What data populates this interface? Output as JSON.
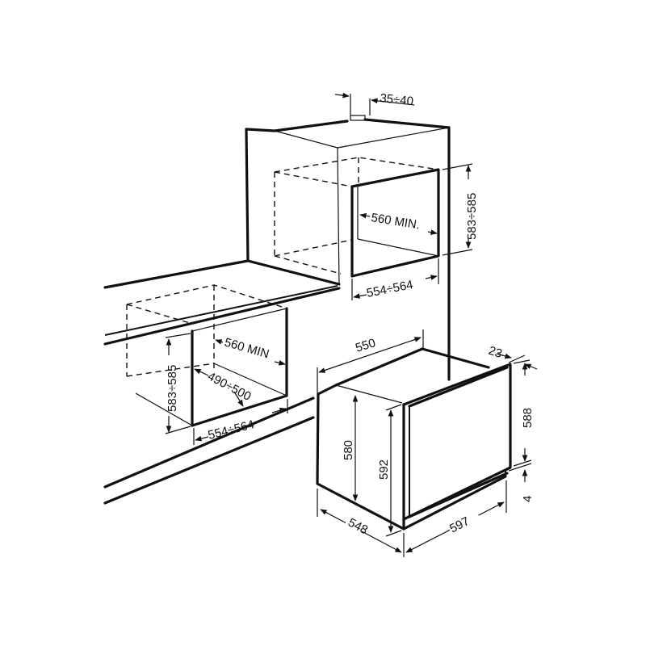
{
  "diagram": {
    "type": "oven installation dimension drawing",
    "units": "mm",
    "colors": {
      "line": "#111111",
      "background": "#ffffff"
    },
    "column_installation": {
      "top_gap": "35÷40",
      "niche_depth": "560 MIN.",
      "niche_height": "583÷585",
      "niche_width": "554÷564"
    },
    "under_counter_installation": {
      "niche_depth": "560 MIN",
      "niche_height": "583÷585",
      "inner_depth": "490÷500",
      "niche_width": "554÷564"
    },
    "appliance": {
      "depth_top": "550",
      "front_thickness": "23",
      "front_height": "588",
      "body_height": "580",
      "total_height": "592",
      "bottom_gap": "4",
      "depth_bottom": "548",
      "width": "597"
    }
  }
}
